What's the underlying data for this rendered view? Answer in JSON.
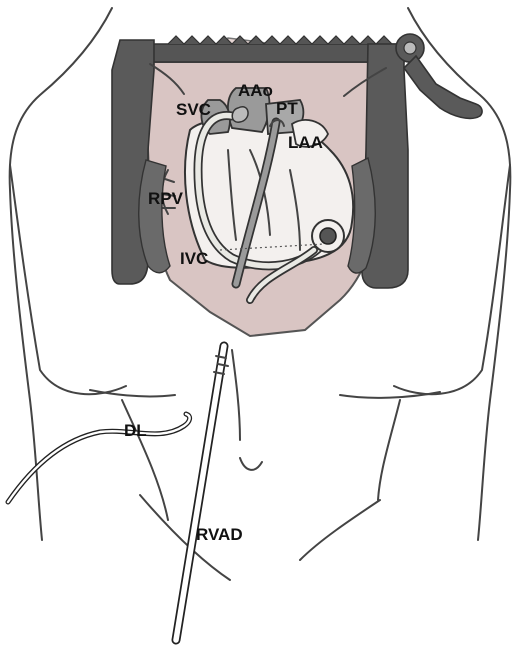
{
  "figure": {
    "labels": {
      "svc": "SVC",
      "aao": "AAo",
      "pt": "PT",
      "laa": "LAA",
      "rpv": "RPV",
      "ivc": "IVC",
      "dl": "DL",
      "rvad": "RVAD"
    },
    "colors": {
      "skin_line": "#444444",
      "retractor": "#555555",
      "pericardium": "#d9c5c3",
      "heart": "#f3f0ee",
      "great_vessels": "#9a9a9a",
      "cannula": "#e9e9e4"
    }
  }
}
